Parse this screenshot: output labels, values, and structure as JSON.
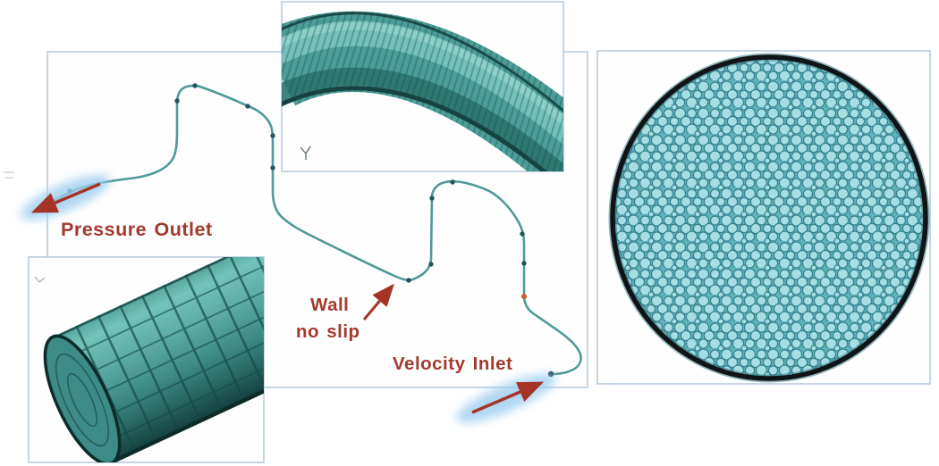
{
  "figure": {
    "type": "cfd-pipeline-mesh-figure",
    "labels": {
      "pressure_outlet": "Pressure Outlet",
      "wall_no_slip_line1": "Wall",
      "wall_no_slip_line2": "no slip",
      "velocity_inlet": "Velocity Inlet"
    },
    "colors": {
      "annotation_text": "#a23a2d",
      "annotation_arrow": "#a63426",
      "highlight_glow": "#9dcdef",
      "pipeline_path": "#4e9a97",
      "path_marker": "#23555f",
      "path_marker_highlight": "#cc5a33",
      "mesh_surface": "#4d9e98",
      "mesh_surface_light": "#7cc7bf",
      "mesh_surface_dark": "#16433f",
      "mesh_cell_fill": "#a6dee2",
      "mesh_cell_edge": "#35828e",
      "cross_section_rim": "#101416",
      "panel_border": "#b7cbdc"
    }
  }
}
